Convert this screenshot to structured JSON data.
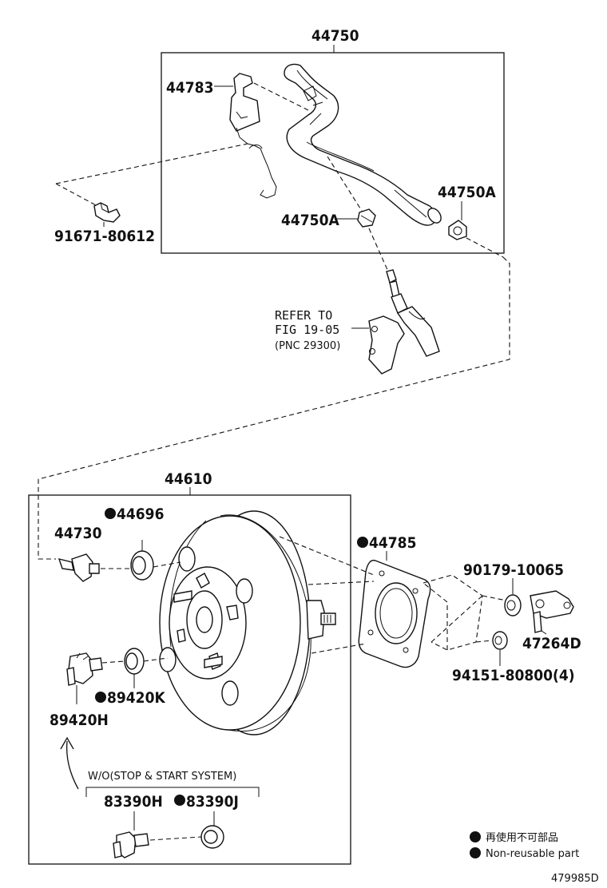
{
  "labels": {
    "hose_assy": "44750",
    "bracket": "44783",
    "bolt": "91671-80612",
    "clip_left": "44750A",
    "clip_right": "44750A",
    "refer_line1": "REFER TO",
    "refer_line2": "FIG 19-05",
    "refer_line3": "(PNC 29300)",
    "booster_assy": "44610",
    "grommet": "44696",
    "check_valve": "44730",
    "gasket": "44785",
    "nut_90179": "90179-10065",
    "clevis": "47264D",
    "nut_94151": "94151-80800(4)",
    "sensor_seal": "89420K",
    "sensor": "89420H",
    "condition_note": "W/O(STOP & START SYSTEM)",
    "switch": "83390H",
    "switch_seal": "83390J",
    "legend_jp": "再使用不可部品",
    "legend_en": "Non-reusable part",
    "figure_code": "479985D"
  },
  "non_reusable": [
    "44696",
    "44785",
    "89420K",
    "83390J"
  ]
}
